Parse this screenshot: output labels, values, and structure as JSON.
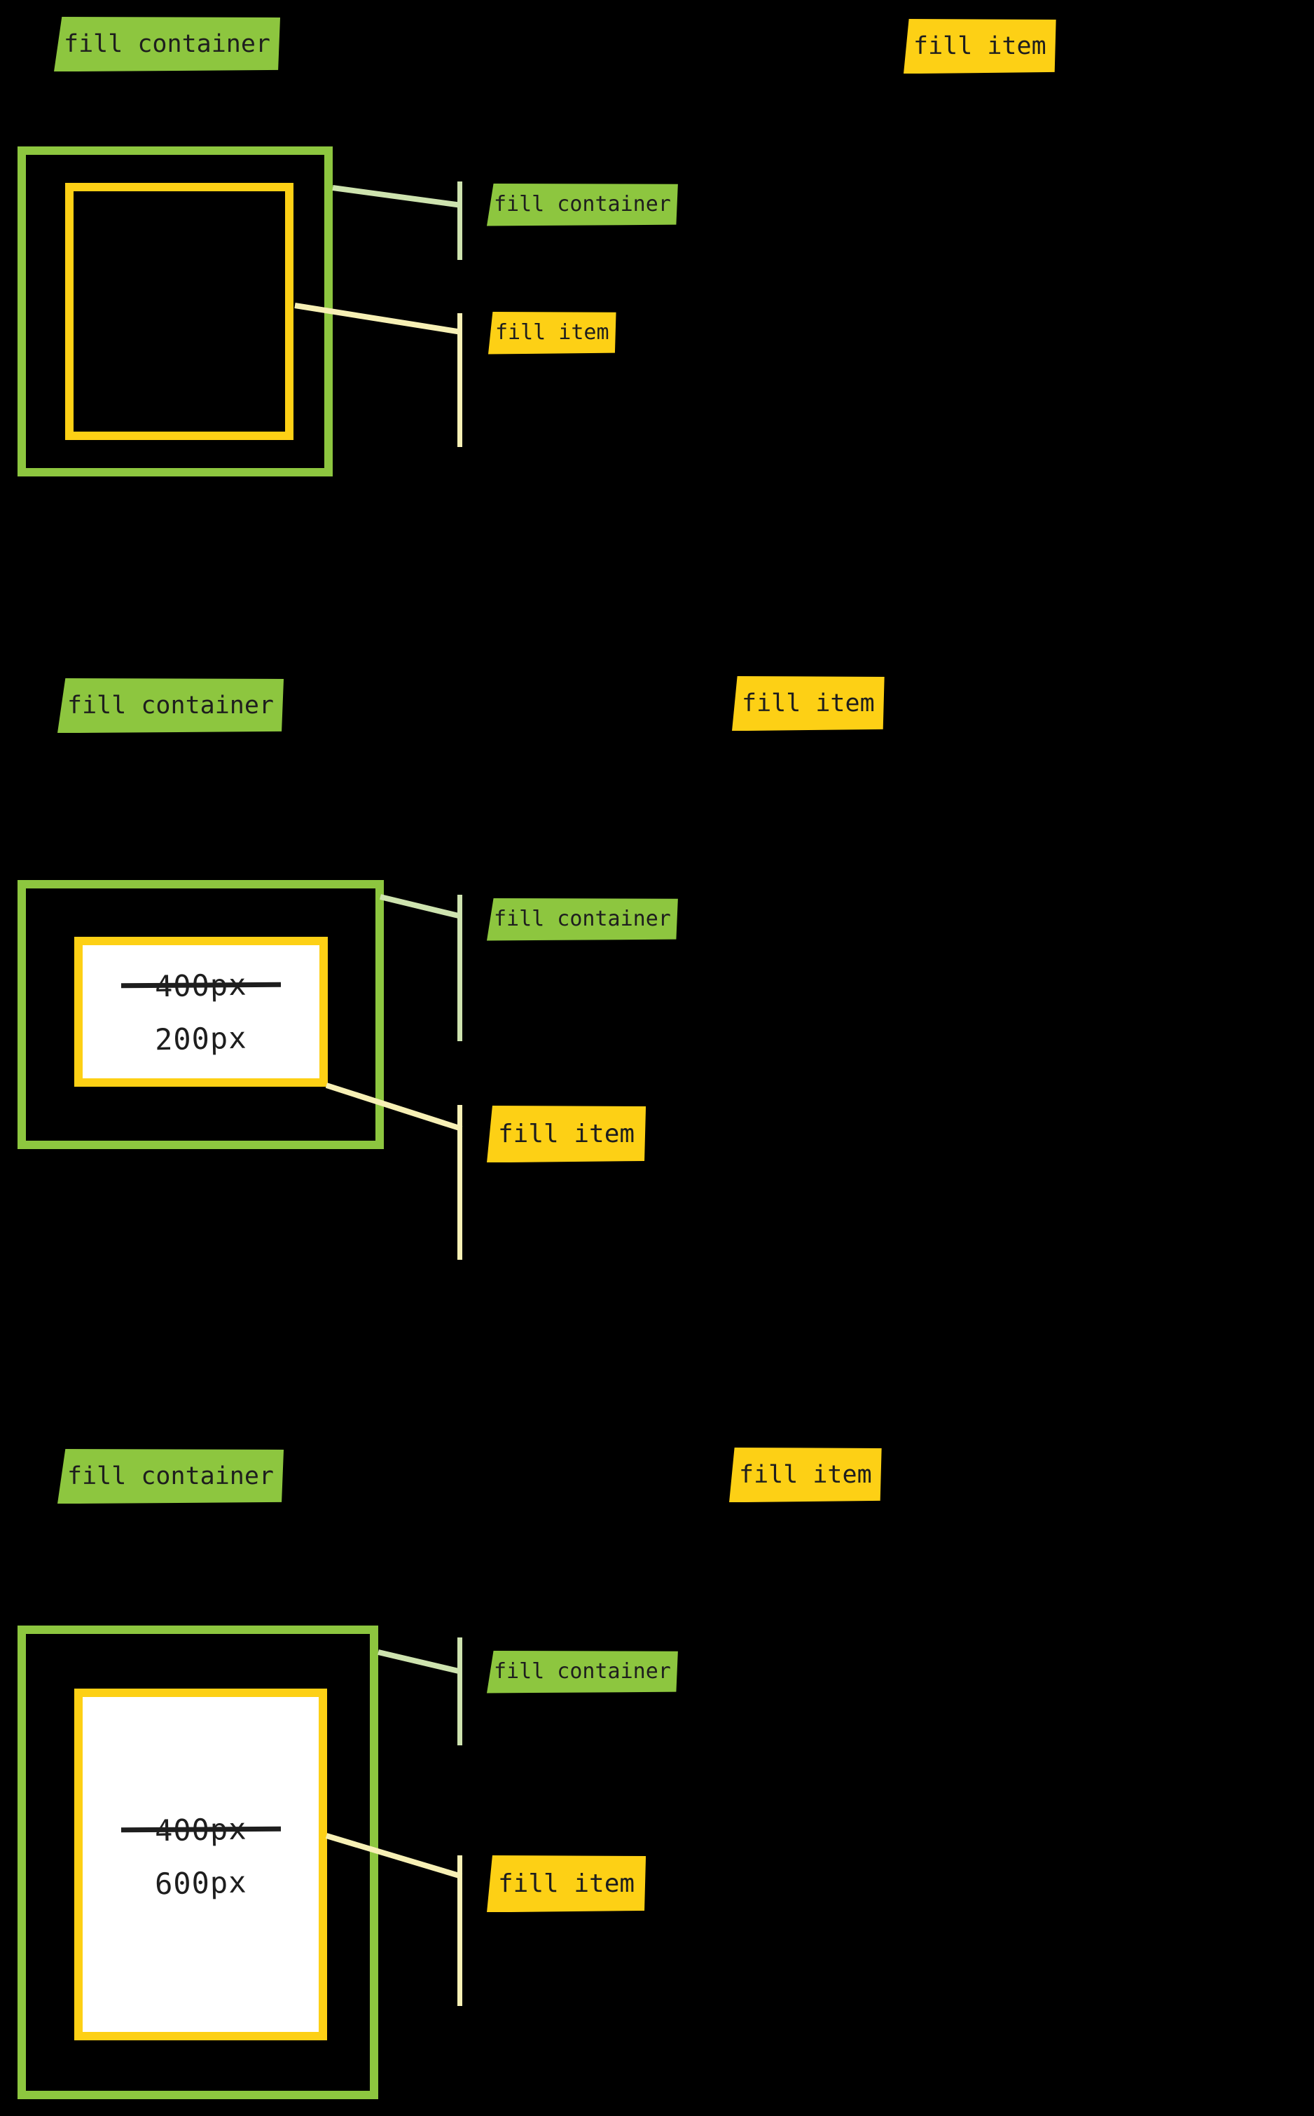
{
  "colors": {
    "background": "#000000",
    "ink": "#1e1e1e",
    "green": "#8dc63f",
    "green_light": "#cee3af",
    "yellow": "#fdd015",
    "yellow_light": "#f7f0b5",
    "white": "#ffffff"
  },
  "sections": [
    {
      "header": {
        "container_label": "fill container",
        "item_label": "fill item"
      },
      "callouts": {
        "container_label": "fill container",
        "item_label": "fill item"
      }
    },
    {
      "header": {
        "container_label": "fill container",
        "item_label": "fill item"
      },
      "callouts": {
        "container_label": "fill container",
        "item_label": "fill item"
      },
      "item_size": {
        "crossed_out": "400px",
        "current": "200px"
      }
    },
    {
      "header": {
        "container_label": "fill container",
        "item_label": "fill item"
      },
      "callouts": {
        "container_label": "fill container",
        "item_label": "fill item"
      },
      "item_size": {
        "crossed_out": "400px",
        "current": "600px"
      }
    }
  ]
}
